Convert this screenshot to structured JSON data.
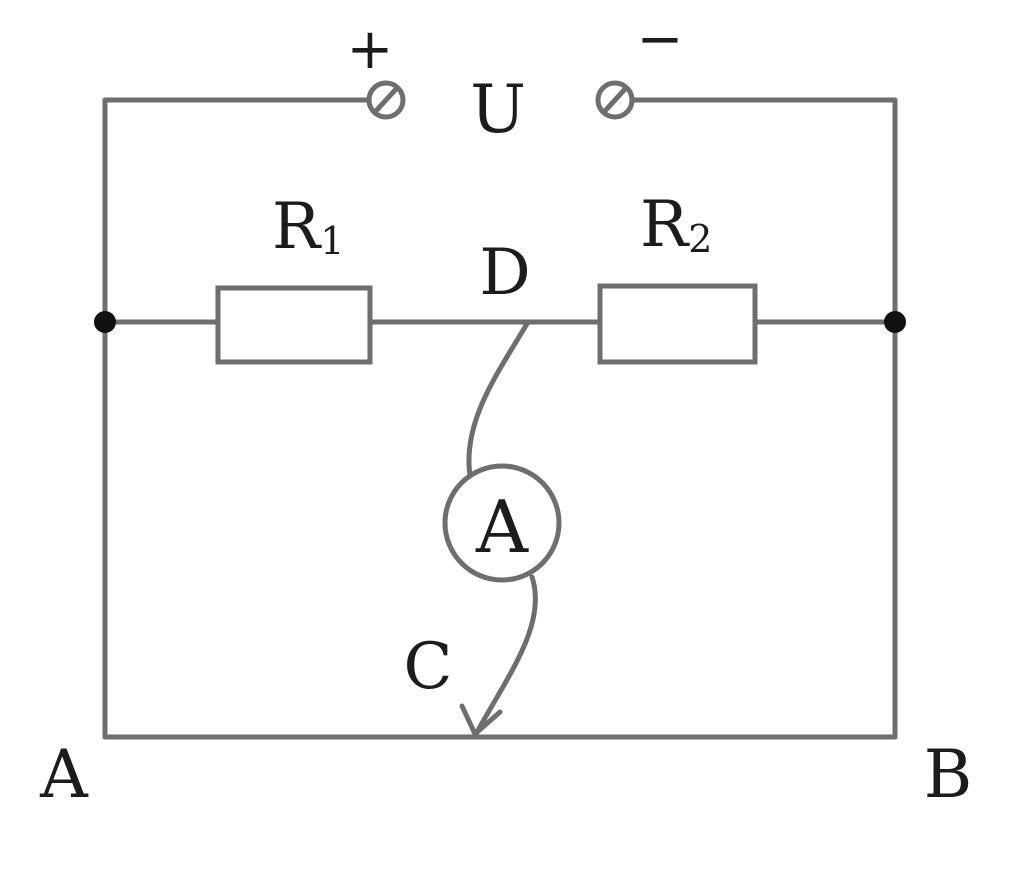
{
  "terminals": {
    "plus": "+",
    "minus": "−",
    "voltage": "U"
  },
  "resistors": {
    "r1": {
      "letter": "R",
      "sub": "1"
    },
    "r2": {
      "letter": "R",
      "sub": "2"
    }
  },
  "nodes": {
    "a": "A",
    "b": "B",
    "c": "C",
    "d": "D"
  },
  "ammeter": "A",
  "colors": {
    "wire": "#6e6e6e",
    "node": "#111111",
    "text": "#1c1c1c",
    "background": "#ffffff"
  }
}
